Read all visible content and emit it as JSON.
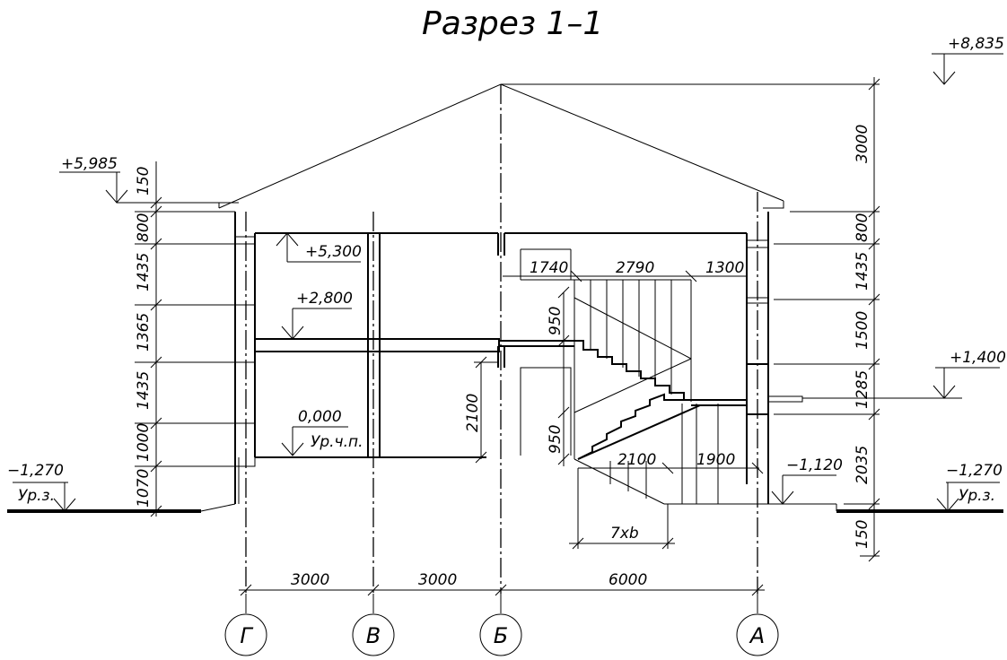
{
  "title": "Разрез 1–1",
  "levels": {
    "ridge": "+8,835",
    "eaves": "+5,985",
    "floor2_ceiling": "+5,300",
    "floor2": "+2,800",
    "landing": "+1,400",
    "floor1": "0,000",
    "floor1_note": "Ур.ч.п.",
    "basement": "−1,120",
    "ground_left": "−1,270",
    "ground_left_note": "Ур.з.",
    "ground_right": "−1,270",
    "ground_right_note": "Ур.з."
  },
  "left_dims": [
    "150",
    "800",
    "1435",
    "1365",
    "1435",
    "1000",
    "1070"
  ],
  "right_dims": [
    "3000",
    "800",
    "1435",
    "1500",
    "1285",
    "2035",
    "150"
  ],
  "stair_dims": {
    "top": [
      "1740",
      "2790",
      "1300"
    ],
    "vertical": [
      "950",
      "950"
    ],
    "bottom": [
      "2100",
      "1900"
    ],
    "steps": "7xb",
    "door_height": "2100"
  },
  "axis_dims": [
    "3000",
    "3000",
    "6000"
  ],
  "axes": [
    "Г",
    "В",
    "Б",
    "А"
  ]
}
